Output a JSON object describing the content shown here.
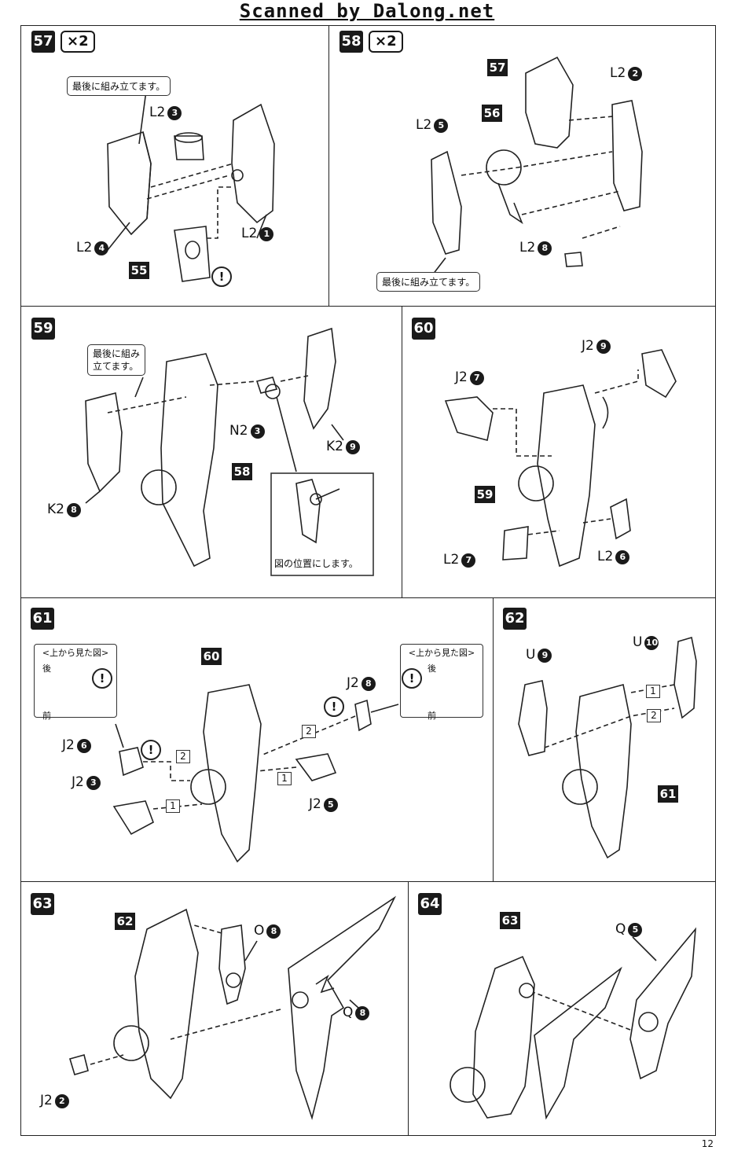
{
  "header": {
    "watermark": "Scanned by Dalong.net"
  },
  "footer": {
    "page_number": "12"
  },
  "icons": {
    "caution": "!"
  },
  "sequence": {
    "first": "1",
    "second": "2"
  },
  "steps": {
    "s57": {
      "number": "57",
      "multiplier": "×2",
      "note": "最後に組み立てます。",
      "refs": [
        "55"
      ],
      "parts": [
        {
          "code": "L2",
          "num": "3"
        },
        {
          "code": "L2",
          "num": "1"
        },
        {
          "code": "L2",
          "num": "4"
        }
      ]
    },
    "s58": {
      "number": "58",
      "multiplier": "×2",
      "note": "最後に組み立てます。",
      "refs": [
        "57",
        "56"
      ],
      "parts": [
        {
          "code": "L2",
          "num": "2"
        },
        {
          "code": "L2",
          "num": "5"
        },
        {
          "code": "L2",
          "num": "8"
        }
      ]
    },
    "s59": {
      "number": "59",
      "note": "最後に組み\n立てます。",
      "position_note": "図の位置にします。",
      "refs": [
        "58"
      ],
      "parts": [
        {
          "code": "N2",
          "num": "3"
        },
        {
          "code": "K2",
          "num": "9"
        },
        {
          "code": "K2",
          "num": "8"
        }
      ]
    },
    "s60": {
      "number": "60",
      "refs": [
        "59"
      ],
      "parts": [
        {
          "code": "J2",
          "num": "9"
        },
        {
          "code": "J2",
          "num": "7"
        },
        {
          "code": "L2",
          "num": "7"
        },
        {
          "code": "L2",
          "num": "6"
        }
      ]
    },
    "s61": {
      "number": "61",
      "refs": [
        "60"
      ],
      "view_title": "<上から見た図>",
      "view_back": "後",
      "view_front": "前",
      "parts": [
        {
          "code": "J2",
          "num": "8"
        },
        {
          "code": "J2",
          "num": "6"
        },
        {
          "code": "J2",
          "num": "3"
        },
        {
          "code": "J2",
          "num": "5"
        }
      ]
    },
    "s62": {
      "number": "62",
      "refs": [
        "61"
      ],
      "parts": [
        {
          "code": "U",
          "num": "10"
        },
        {
          "code": "U",
          "num": "9"
        }
      ]
    },
    "s63": {
      "number": "63",
      "refs": [
        "62"
      ],
      "parts": [
        {
          "code": "O",
          "num": "8"
        },
        {
          "code": "Q",
          "num": "8"
        },
        {
          "code": "J2",
          "num": "2"
        }
      ]
    },
    "s64": {
      "number": "64",
      "refs": [
        "63"
      ],
      "parts": [
        {
          "code": "Q",
          "num": "5"
        }
      ]
    }
  }
}
